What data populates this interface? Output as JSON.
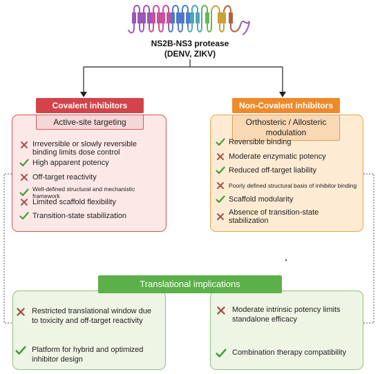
{
  "protein": {
    "title_line1": "NS2B-NS3 protease",
    "title_line2": "(DENV, ZIKV)"
  },
  "covalent": {
    "header": "Covalent inhibitors",
    "subheader": "Active-site targeting",
    "items": [
      {
        "mark": "cross",
        "text": "Irreversible or slowly reversible binding limits dose control"
      },
      {
        "mark": "check",
        "text": "High apparent potency"
      },
      {
        "mark": "cross",
        "text": "Off-target reactivity"
      },
      {
        "mark": "check",
        "text": "Well-defined structural and mechanistic framework"
      },
      {
        "mark": "cross",
        "text": "Limited scaffold flexibility"
      },
      {
        "mark": "check",
        "text": "Transition-state stabilization"
      }
    ]
  },
  "noncovalent": {
    "header": "Non-Covalent inhibitors",
    "subheader_line1": "Orthosteric / Allosteric",
    "subheader_line2": "modulation",
    "items": [
      {
        "mark": "check",
        "text": "Reversible binding"
      },
      {
        "mark": "cross",
        "text": "Moderate enzymatic potency"
      },
      {
        "mark": "check",
        "text": "Reduced off-target liability"
      },
      {
        "mark": "cross",
        "text": "Poorly defined structural basis of inhibitor binding"
      },
      {
        "mark": "check",
        "text": "Scaffold modularity"
      },
      {
        "mark": "cross",
        "text": "Absence of transition-state stabilization"
      }
    ]
  },
  "translational": {
    "header": "Translational implications",
    "left": [
      {
        "mark": "cross",
        "text": "Restricted translational window due to toxicity and off-target reactivity"
      },
      {
        "mark": "check",
        "text": "Platform for hybrid and optimized inhibitor design"
      }
    ],
    "right": [
      {
        "mark": "cross",
        "text": "Moderate intrinsic potency limits standalone efficacy"
      },
      {
        "mark": "check",
        "text": "Combination therapy compatibility"
      }
    ]
  },
  "colors": {
    "covalent_accent": "#d2444a",
    "noncovalent_accent": "#ee8a2a",
    "translational_accent": "#5cb04a",
    "check": "#3f9b3a",
    "cross": "#a0524a"
  }
}
